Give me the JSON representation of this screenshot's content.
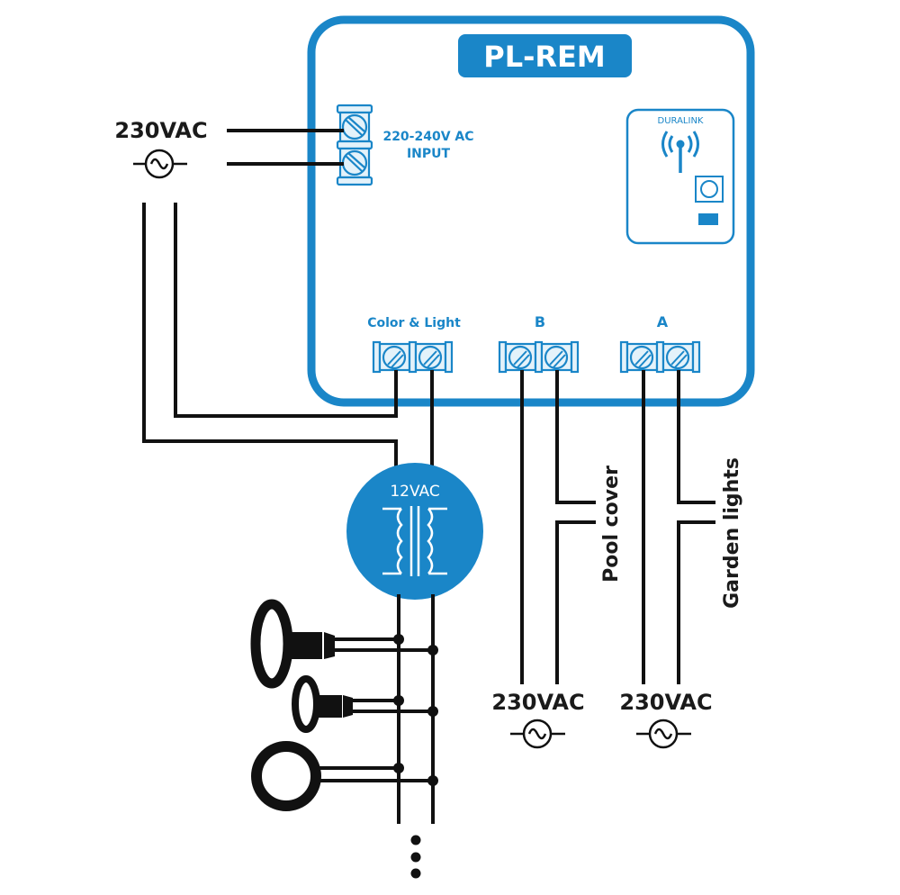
{
  "device": {
    "name": "PL-REM",
    "input_label_line1": "220-240V AC",
    "input_label_line2": "INPUT",
    "module_label": "DURALINK",
    "terminals": [
      {
        "id": "color-light",
        "label": "Color & Light"
      },
      {
        "id": "b",
        "label": "B"
      },
      {
        "id": "a",
        "label": "A"
      }
    ]
  },
  "supply": {
    "main_label": "230VAC",
    "source_symbol": "ac-source-icon"
  },
  "transformer": {
    "label": "12VAC"
  },
  "loads": {
    "b_label": "Pool cover",
    "a_label": "Garden lights",
    "b_supply_label": "230VAC",
    "a_supply_label": "230VAC"
  },
  "colors": {
    "accent_blue": "#1a86c8",
    "wire_black": "#111111",
    "terminal_fill": "#e4f2fa"
  }
}
